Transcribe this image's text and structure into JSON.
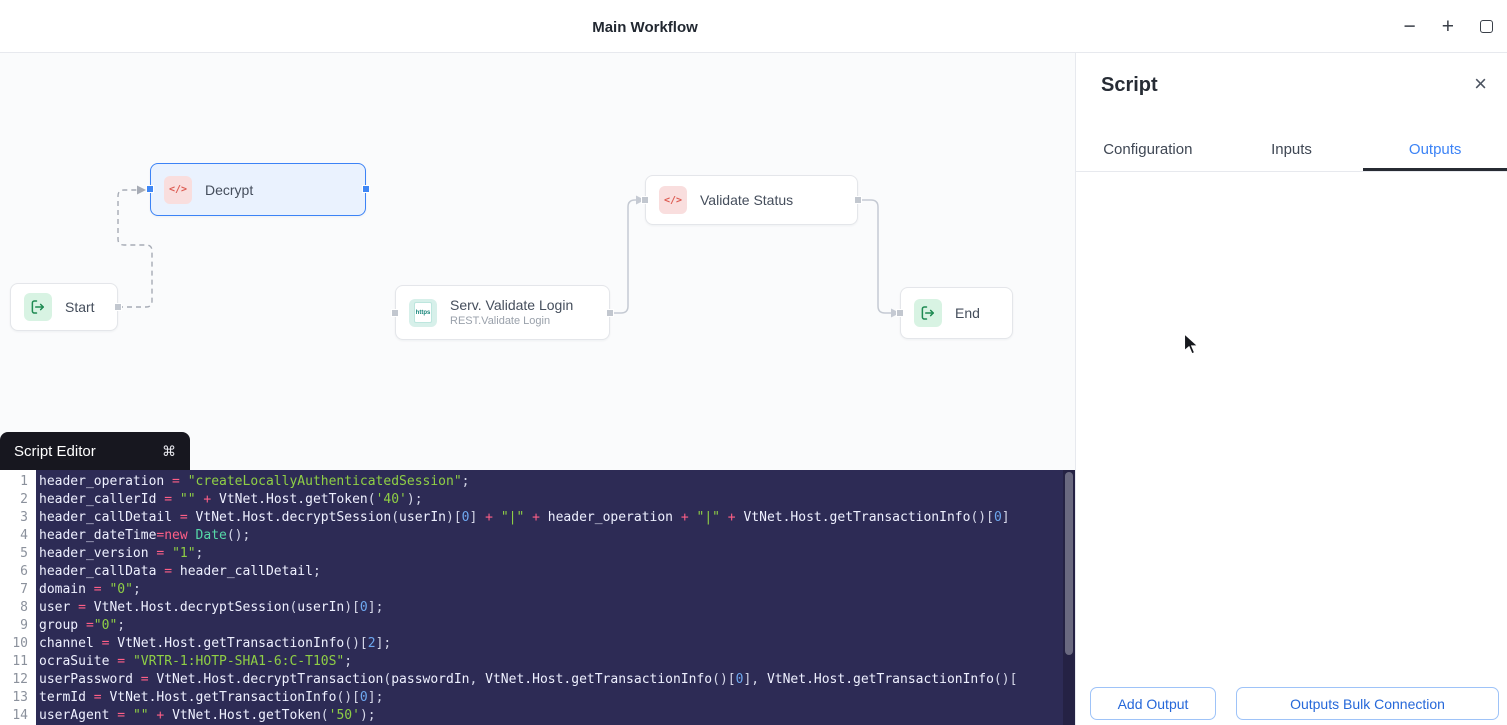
{
  "colors": {
    "accent_blue": "#3c83f6",
    "selected_node_bg": "#eaf2fe",
    "script_icon_bg": "#f9dede",
    "script_icon_fg": "#dd5b52",
    "flow_icon_bg": "#d8f3e3",
    "rest_icon_bg": "#d7f0ea",
    "editor_bg": "#2d2b55",
    "editor_header_bg": "#17171f",
    "syntax_operator": "#ff5f87",
    "syntax_string": "#8fcf45",
    "syntax_number": "#6ea8f0"
  },
  "icons": {
    "minimize": "−",
    "new_tab": "+",
    "close": "×",
    "command": "⌘",
    "code": "</>",
    "https": "https"
  },
  "titlebar": {
    "title": "Main Workflow"
  },
  "canvas": {
    "nodes": [
      {
        "label": "Start"
      },
      {
        "label": "Decrypt"
      },
      {
        "label": "Serv. Validate Login",
        "sublabel": "REST.Validate Login"
      },
      {
        "label": "Validate Status"
      },
      {
        "label": "End"
      }
    ]
  },
  "panel": {
    "title": "Script",
    "tabs": [
      {
        "label": "Configuration",
        "active": false
      },
      {
        "label": "Inputs",
        "active": false
      },
      {
        "label": "Outputs",
        "active": true
      }
    ],
    "footer_buttons": [
      {
        "label": "Add Output"
      },
      {
        "label": "Outputs Bulk Connection"
      }
    ]
  },
  "script_editor": {
    "title": "Script Editor",
    "lines": [
      [
        [
          "i",
          "header_operation"
        ],
        [
          "o",
          " = "
        ],
        [
          "s",
          "\"createLocallyAuthenticatedSession\""
        ],
        [
          "p",
          ";"
        ]
      ],
      [
        [
          "i",
          "header_callerId"
        ],
        [
          "o",
          " = "
        ],
        [
          "s",
          "\"\""
        ],
        [
          "o",
          " + "
        ],
        [
          "i",
          "VtNet.Host.getToken"
        ],
        [
          "p",
          "("
        ],
        [
          "s",
          "'40'"
        ],
        [
          "p",
          ");"
        ]
      ],
      [
        [
          "i",
          "header_callDetail"
        ],
        [
          "o",
          " = "
        ],
        [
          "i",
          "VtNet.Host.decryptSession"
        ],
        [
          "p",
          "("
        ],
        [
          "i",
          "userIn"
        ],
        [
          "p",
          ")["
        ],
        [
          "n",
          "0"
        ],
        [
          "p",
          "]"
        ],
        [
          "o",
          " + "
        ],
        [
          "s",
          "\"|\""
        ],
        [
          "o",
          " + "
        ],
        [
          "i",
          "header_operation"
        ],
        [
          "o",
          " + "
        ],
        [
          "s",
          "\"|\""
        ],
        [
          "o",
          " + "
        ],
        [
          "i",
          "VtNet.Host.getTransactionInfo"
        ],
        [
          "p",
          "()["
        ],
        [
          "n",
          "0"
        ],
        [
          "p",
          "]"
        ]
      ],
      [
        [
          "i",
          "header_dateTime"
        ],
        [
          "o",
          "="
        ],
        [
          "k",
          "new"
        ],
        [
          "p",
          " "
        ],
        [
          "c",
          "Date"
        ],
        [
          "p",
          "();"
        ]
      ],
      [
        [
          "i",
          "header_version"
        ],
        [
          "o",
          " = "
        ],
        [
          "s",
          "\"1\""
        ],
        [
          "p",
          ";"
        ]
      ],
      [
        [
          "i",
          "header_callData"
        ],
        [
          "o",
          " = "
        ],
        [
          "i",
          "header_callDetail"
        ],
        [
          "p",
          ";"
        ]
      ],
      [
        [
          "i",
          "domain"
        ],
        [
          "o",
          " = "
        ],
        [
          "s",
          "\"0\""
        ],
        [
          "p",
          ";"
        ]
      ],
      [
        [
          "i",
          "user"
        ],
        [
          "o",
          " = "
        ],
        [
          "i",
          "VtNet.Host.decryptSession"
        ],
        [
          "p",
          "("
        ],
        [
          "i",
          "userIn"
        ],
        [
          "p",
          ")["
        ],
        [
          "n",
          "0"
        ],
        [
          "p",
          "];"
        ]
      ],
      [
        [
          "i",
          "group"
        ],
        [
          "o",
          " ="
        ],
        [
          "s",
          "\"0\""
        ],
        [
          "p",
          ";"
        ]
      ],
      [
        [
          "i",
          "channel"
        ],
        [
          "o",
          " = "
        ],
        [
          "i",
          "VtNet.Host.getTransactionInfo"
        ],
        [
          "p",
          "()["
        ],
        [
          "n",
          "2"
        ],
        [
          "p",
          "];"
        ]
      ],
      [
        [
          "i",
          "ocraSuite"
        ],
        [
          "o",
          " = "
        ],
        [
          "s",
          "\"VRTR-1:HOTP-SHA1-6:C-T10S\""
        ],
        [
          "p",
          ";"
        ]
      ],
      [
        [
          "i",
          "userPassword"
        ],
        [
          "o",
          " = "
        ],
        [
          "i",
          "VtNet.Host.decryptTransaction"
        ],
        [
          "p",
          "("
        ],
        [
          "i",
          "passwordIn"
        ],
        [
          "p",
          ", "
        ],
        [
          "i",
          "VtNet.Host.getTransactionInfo"
        ],
        [
          "p",
          "()["
        ],
        [
          "n",
          "0"
        ],
        [
          "p",
          "], "
        ],
        [
          "i",
          "VtNet.Host.getTransactionInfo"
        ],
        [
          "p",
          "()["
        ]
      ],
      [
        [
          "i",
          "termId"
        ],
        [
          "o",
          " = "
        ],
        [
          "i",
          "VtNet.Host.getTransactionInfo"
        ],
        [
          "p",
          "()["
        ],
        [
          "n",
          "0"
        ],
        [
          "p",
          "];"
        ]
      ],
      [
        [
          "i",
          "userAgent"
        ],
        [
          "o",
          " = "
        ],
        [
          "s",
          "\"\""
        ],
        [
          "o",
          " + "
        ],
        [
          "i",
          "VtNet.Host.getToken"
        ],
        [
          "p",
          "("
        ],
        [
          "s",
          "'50'"
        ],
        [
          "p",
          ");"
        ]
      ]
    ]
  }
}
